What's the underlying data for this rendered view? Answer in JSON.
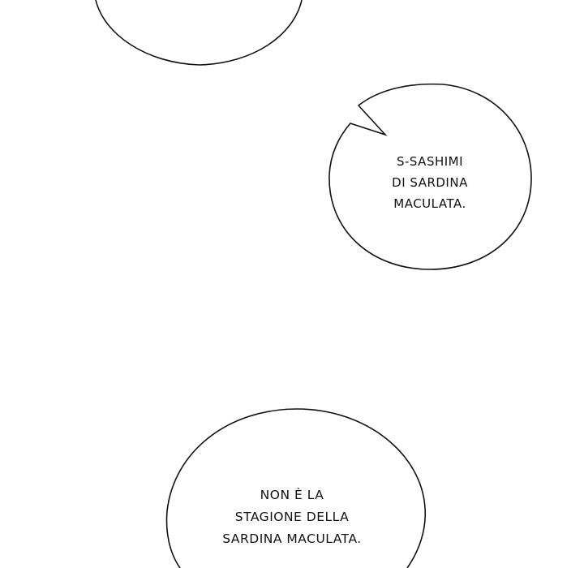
{
  "page": {
    "background_color": "#ffffff",
    "ink_color": "#111111"
  },
  "bubbles": [
    {
      "id": "bubble-top-partial",
      "lines": []
    },
    {
      "id": "bubble-sashimi",
      "has_tail": true,
      "lines": [
        "S-SASHIMI",
        "DI SARDINA",
        "MACULATA."
      ]
    },
    {
      "id": "bubble-stagione",
      "lines": [
        "NON È LA",
        "STAGIONE DELLA",
        "SARDINA MACULATA."
      ]
    }
  ]
}
